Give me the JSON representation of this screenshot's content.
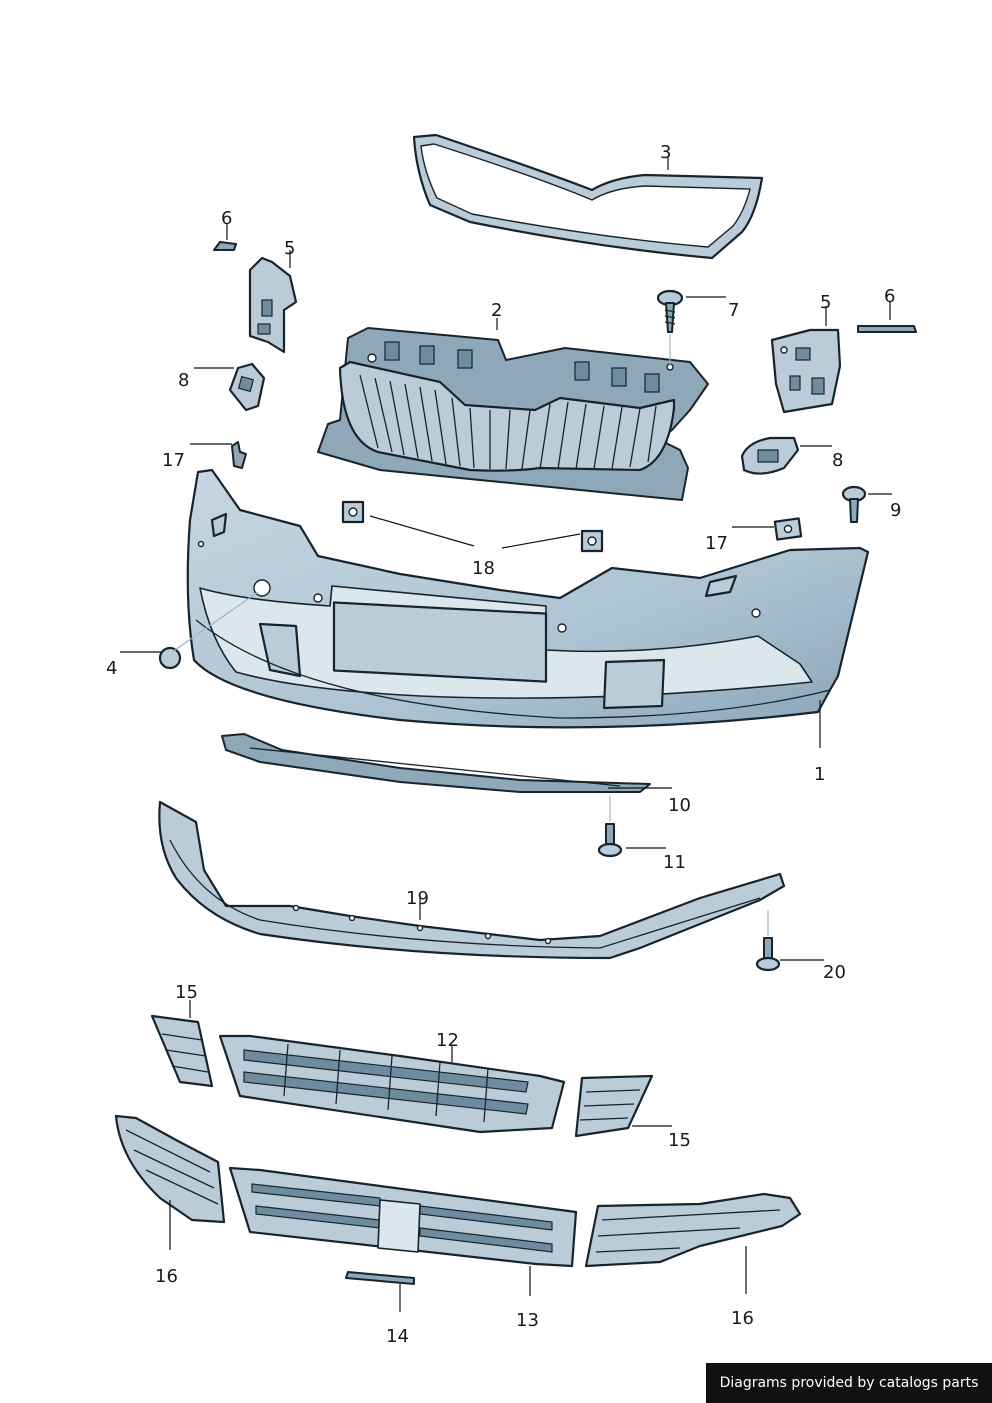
{
  "labels": {
    "p1": "1",
    "p2": "2",
    "p3": "3",
    "p4": "4",
    "p5a": "5",
    "p5b": "5",
    "p6a": "6",
    "p6b": "6",
    "p7": "7",
    "p8a": "8",
    "p8b": "8",
    "p9": "9",
    "p10": "10",
    "p11": "11",
    "p12": "12",
    "p13": "13",
    "p14": "14",
    "p15a": "15",
    "p15b": "15",
    "p16a": "16",
    "p16b": "16",
    "p17a": "17",
    "p17b": "17",
    "p18": "18",
    "p19": "19",
    "p20": "20"
  },
  "footer": {
    "text": "Diagrams provided by catalogs parts"
  }
}
